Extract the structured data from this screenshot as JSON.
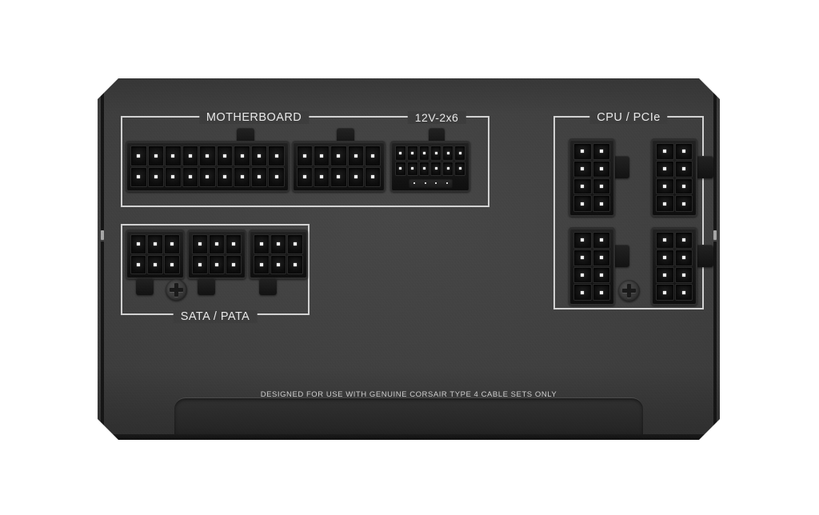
{
  "product": {
    "type": "power-supply-modular-panel",
    "brand": "CORSAIR",
    "body_color": "#3d3d3d",
    "label_color": "#e9e9e9",
    "frame_color": "#d2d2d2",
    "background_color": "#ffffff"
  },
  "groups": [
    {
      "id": "motherboard",
      "label": "MOTHERBOARD",
      "connectors": [
        {
          "id": "atx-24pin-main",
          "name": "ATX 18-pin block",
          "cols": 9,
          "rows": 2,
          "pins": 18
        },
        {
          "id": "atx-24pin-aux",
          "name": "ATX 10-pin block",
          "cols": 5,
          "rows": 2,
          "pins": 10
        }
      ],
      "latch_tabs": 2
    },
    {
      "id": "12v-2x6",
      "label": "12V-2x6",
      "connectors": [
        {
          "id": "pcie5-12vhpwr",
          "name": "12V-2x6 connector",
          "cols": 6,
          "rows": 2,
          "pins": 12,
          "sense_pins": 4
        }
      ],
      "latch_tabs": 1
    },
    {
      "id": "cpu-pcie",
      "label": "CPU / PCIe",
      "connectors": [
        {
          "id": "cpu-pcie-1",
          "name": "8-pin CPU/PCIe",
          "cols": 2,
          "rows": 4,
          "pins": 8
        },
        {
          "id": "cpu-pcie-2",
          "name": "8-pin CPU/PCIe",
          "cols": 2,
          "rows": 4,
          "pins": 8
        },
        {
          "id": "cpu-pcie-3",
          "name": "8-pin CPU/PCIe",
          "cols": 2,
          "rows": 4,
          "pins": 8
        },
        {
          "id": "cpu-pcie-4",
          "name": "8-pin CPU/PCIe",
          "cols": 2,
          "rows": 4,
          "pins": 8
        }
      ],
      "latch_tabs": 4,
      "screws": 1
    },
    {
      "id": "sata-pata",
      "label": "SATA / PATA",
      "connectors": [
        {
          "id": "sata-pata-1",
          "name": "6-pin peripheral",
          "cols": 3,
          "rows": 2,
          "pins": 6
        },
        {
          "id": "sata-pata-2",
          "name": "6-pin peripheral",
          "cols": 3,
          "rows": 2,
          "pins": 6
        },
        {
          "id": "sata-pata-3",
          "name": "6-pin peripheral",
          "cols": 3,
          "rows": 2,
          "pins": 6
        }
      ],
      "latch_tabs": 3,
      "screws": 1
    }
  ],
  "footer": {
    "notice": "DESIGNED FOR USE WITH GENUINE CORSAIR TYPE 4 CABLE SETS ONLY"
  }
}
